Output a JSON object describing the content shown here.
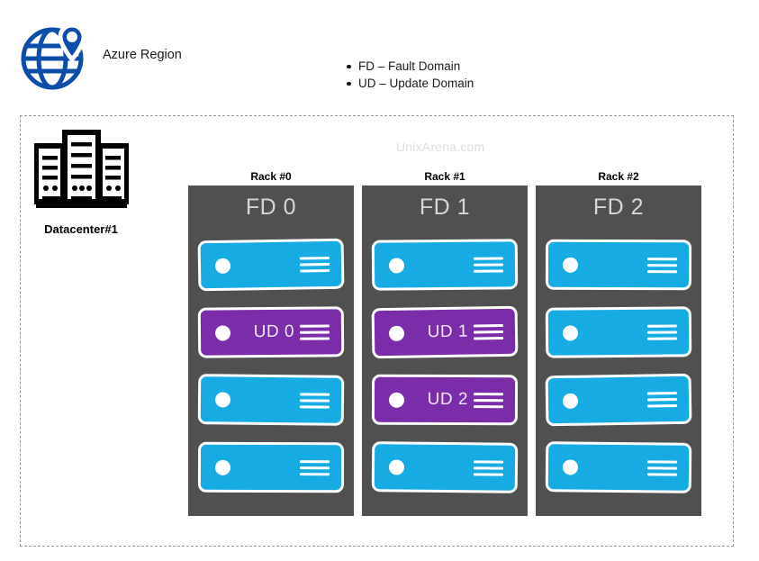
{
  "header": {
    "region_label": "Azure Region",
    "region_icon": "globe-location-pin-icon",
    "legend": [
      {
        "text": "FD – Fault Domain"
      },
      {
        "text": "UD – Update Domain"
      }
    ]
  },
  "watermark": {
    "text": "UnixArena.com"
  },
  "datacenter": {
    "label": "Datacenter#1",
    "icon": "datacenter-servers-icon"
  },
  "colors": {
    "azure_blue": "#0B4DA8",
    "rack_gray": "#505050",
    "server_cyan": "#17ABE3",
    "server_purple": "#7B2CA8",
    "fd_label_gray": "#D6D6D6",
    "boundary_dash": "#9A9A9A",
    "watermark_gray": "#DCDCE2"
  },
  "racks": [
    {
      "rack_label": "Rack #0",
      "fd_label": "FD 0",
      "servers": [
        {
          "color": "cyan",
          "label": ""
        },
        {
          "color": "purple",
          "label": "UD 0"
        },
        {
          "color": "cyan",
          "label": ""
        },
        {
          "color": "cyan",
          "label": ""
        }
      ]
    },
    {
      "rack_label": "Rack #1",
      "fd_label": "FD 1",
      "servers": [
        {
          "color": "cyan",
          "label": ""
        },
        {
          "color": "purple",
          "label": "UD 1"
        },
        {
          "color": "purple",
          "label": "UD 2"
        },
        {
          "color": "cyan",
          "label": ""
        }
      ]
    },
    {
      "rack_label": "Rack #2",
      "fd_label": "FD 2",
      "servers": [
        {
          "color": "cyan",
          "label": ""
        },
        {
          "color": "cyan",
          "label": ""
        },
        {
          "color": "cyan",
          "label": ""
        },
        {
          "color": "cyan",
          "label": ""
        }
      ]
    }
  ]
}
